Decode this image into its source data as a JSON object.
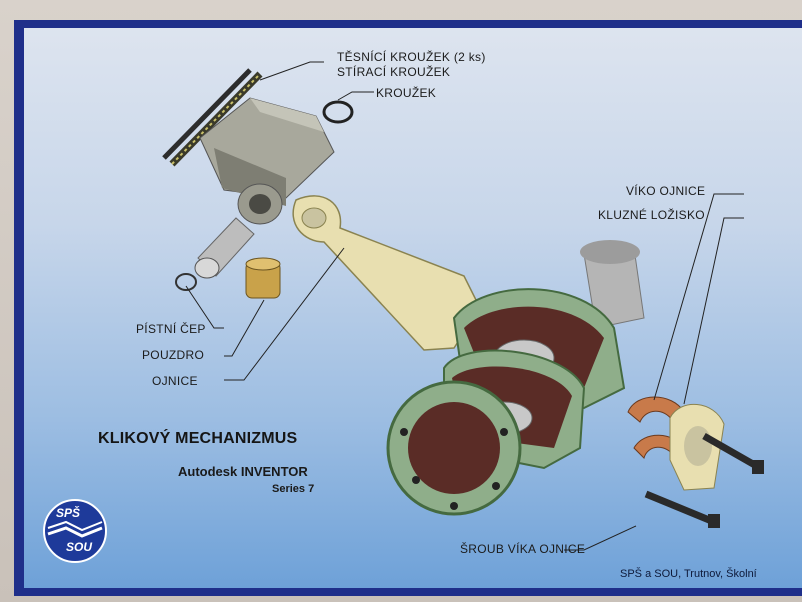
{
  "poster": {
    "title": "KLIKOVÝ MECHANIZMUS",
    "subtitle": "Autodesk INVENTOR",
    "series": "Series 7",
    "footer": "SPŠ a SOU, Trutnov, Školní"
  },
  "logo": {
    "top": "SPŠ",
    "bottom": "SOU"
  },
  "labels": {
    "sealing_rings": "TĚSNÍCÍ KROUŽEK (2 ks)",
    "oil_ring": "STÍRACÍ KROUŽEK",
    "ring": "KROUŽEK",
    "piston_pin": "PÍSTNÍ ČEP",
    "bushing": "POUZDRO",
    "conrod": "OJNICE",
    "conrod_cap": "VÍKO OJNICE",
    "bearing": "KLUZNÉ LOŽISKO",
    "cap_bolt": "ŠROUB VÍKA OJNICE"
  },
  "colors": {
    "border": "#1f2f8a",
    "crank_green": "#8fae8a",
    "crank_brown": "#5a2c26",
    "conrod_tan": "#e8dfb0",
    "bushing_gold": "#c9a24a"
  }
}
